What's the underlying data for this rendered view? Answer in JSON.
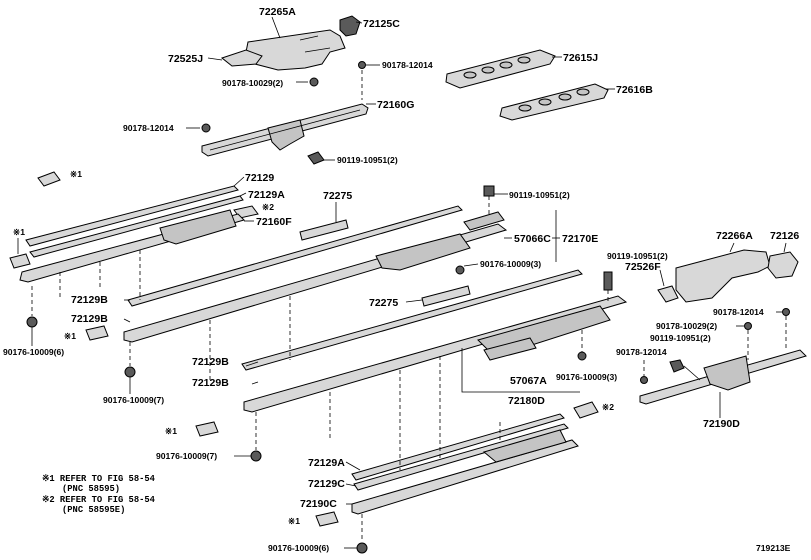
{
  "diagram_id": "719213E",
  "labels": {
    "p72265A": "72265A",
    "p72125C": "72125C",
    "p72525J": "72525J",
    "p72615J": "72615J",
    "p72616B": "72616B",
    "p90178_10029_a": "90178-10029(2)",
    "p90178_12014_a": "90178-12014",
    "p72160G": "72160G",
    "p90178_12014_b": "90178-12014",
    "p90119_10951_a": "90119-10951(2)",
    "p72129": "72129",
    "p72129A_a": "72129A",
    "p72160F": "72160F",
    "p72275_a": "72275",
    "p90119_10951_b": "90119-10951(2)",
    "p57066C": "57066C",
    "p72170E": "72170E",
    "p90176_10009_3a": "90176-10009(3)",
    "p72266A": "72266A",
    "p72126": "72126",
    "p90119_10951_c": "90119-10951(2)",
    "p72526F": "72526F",
    "p72129B_a": "72129B",
    "p72129B_b": "72129B",
    "p72275_b": "72275",
    "p90178_12014_c": "90178-12014",
    "p90178_10029_b": "90178-10029(2)",
    "p90119_10951_d": "90119-10951(2)",
    "p90178_12014_d": "90178-12014",
    "p90176_10009_6a": "90176-10009(6)",
    "p72129B_c": "72129B",
    "p72129B_d": "72129B",
    "p57067A": "57067A",
    "p90176_10009_3b": "90176-10009(3)",
    "p72180D": "72180D",
    "p90176_10009_7a": "90176-10009(7)",
    "p72190D": "72190D",
    "p90176_10009_7b": "90176-10009(7)",
    "p72129A_b": "72129A",
    "p72129C": "72129C",
    "p72190C": "72190C",
    "p90176_10009_6b": "90176-10009(6)"
  },
  "ref_marks": {
    "r1a": "※1",
    "r2a": "※2",
    "r1b": "※1",
    "r1c": "※1",
    "r1d": "※1",
    "r2b": "※2",
    "r1e": "※1"
  },
  "notes": {
    "n1_line1": "※1  REFER TO FIG 58-54",
    "n1_line2": "(PNC 58595)",
    "n2_line1": "※2  REFER TO FIG 58-54",
    "n2_line2": "(PNC 58595E)"
  }
}
